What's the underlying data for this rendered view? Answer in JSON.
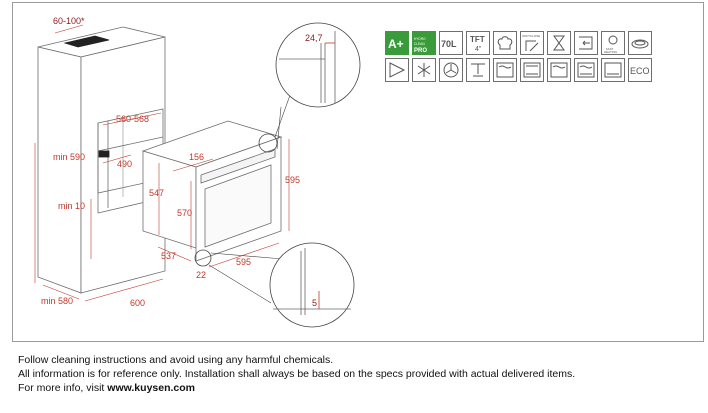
{
  "dimensions": {
    "vent_gap": "60-100*",
    "niche_depth": "560-568",
    "niche_height_min": "min 590",
    "niche_width": "490",
    "bottom_gap_min": "min 10",
    "cabinet_depth_min": "min 580",
    "cabinet_width": "600",
    "oven_side": "156",
    "oven_depth_547": "547",
    "oven_height_570": "570",
    "oven_depth_537": "537",
    "oven_front_gap": "22",
    "oven_width": "595",
    "oven_height": "595",
    "detail_top": "24,7",
    "detail_bottom": "5"
  },
  "icons": {
    "row1": [
      {
        "name": "energy-class-icon",
        "text": "A+"
      },
      {
        "name": "hydroclean-pro-icon",
        "text": "HYDRO CLEAN PRO"
      },
      {
        "name": "capacity-icon",
        "text": "70L"
      },
      {
        "name": "tft-display-icon",
        "text": "TFT",
        "sub": "4\""
      },
      {
        "name": "chef-hat-icon",
        "text": ""
      },
      {
        "name": "softclose-icon",
        "text": "SOFTCLOSE"
      },
      {
        "name": "timer-icon",
        "text": ""
      },
      {
        "name": "telescopic-guides-icon",
        "text": ""
      },
      {
        "name": "fast-heating-icon",
        "text": "FAST HEATING"
      },
      {
        "name": "dish-icon",
        "text": ""
      }
    ],
    "row2": [
      {
        "name": "pizza-icon",
        "text": ""
      },
      {
        "name": "defrost-icon",
        "text": ""
      },
      {
        "name": "fan-icon",
        "text": ""
      },
      {
        "name": "grill-icon",
        "text": ""
      },
      {
        "name": "top-heat-icon",
        "text": ""
      },
      {
        "name": "bottom-heat-icon",
        "text": ""
      },
      {
        "name": "top-bottom-heat-icon",
        "text": ""
      },
      {
        "name": "top-bottom-grill-icon",
        "text": ""
      },
      {
        "name": "bottom-only-icon",
        "text": ""
      },
      {
        "name": "eco-icon",
        "text": "ECO"
      }
    ]
  },
  "footer": {
    "line1": "Follow cleaning instructions and avoid using any harmful chemicals.",
    "line2": "All information is for reference only. Installation shall always be based on the specs provided with actual delivered items.",
    "line3_prefix": "For more info, visit ",
    "line3_link": "www.kuysen.com"
  }
}
